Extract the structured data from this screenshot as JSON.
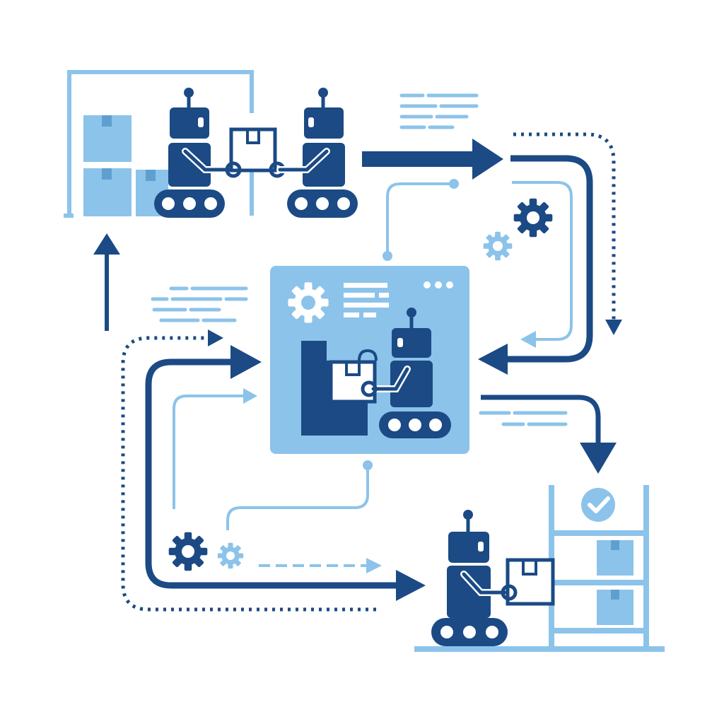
{
  "palette": {
    "dark": "#1b4a85",
    "light": "#8cc3ea",
    "background": "#ffffff"
  },
  "diagram": {
    "type": "robotic-warehouse-workflow",
    "nodes": [
      {
        "id": "receiving-area",
        "icon": "warehouse-shelf-icon",
        "contents": [
          "box-icon",
          "box-icon",
          "box-icon",
          "box-icon"
        ]
      },
      {
        "id": "handoff-robots",
        "icon": "two-robots-passing-box-icon"
      },
      {
        "id": "central-control-panel",
        "icon": "control-screen-icon",
        "contents": [
          "gear-icon",
          "text-lines",
          "window-dots",
          "robot-arm-icon",
          "box-icon",
          "machine-icon"
        ]
      },
      {
        "id": "storage-rack",
        "icon": "storage-rack-icon",
        "status": "check-icon",
        "contents": [
          "box-icon",
          "box-icon"
        ]
      },
      {
        "id": "delivery-robot",
        "icon": "robot-holding-box-icon"
      }
    ],
    "connections": [
      {
        "from": "handoff-robots",
        "to": "right-loop",
        "style": "solid-dark"
      },
      {
        "from": "right-loop",
        "to": "central-control-panel",
        "style": "solid-dark"
      },
      {
        "from": "central-control-panel",
        "to": "storage-rack",
        "style": "solid-dark"
      },
      {
        "from": "left-loop",
        "to": "central-control-panel",
        "style": "solid-dark"
      },
      {
        "from": "left-loop",
        "to": "delivery-robot",
        "style": "solid-dark"
      },
      {
        "from": "left-column",
        "to": "receiving-area",
        "style": "solid-dark"
      },
      {
        "from": "top-right",
        "to": "right-side",
        "style": "dotted-dark"
      },
      {
        "from": "bottom",
        "to": "left-top",
        "style": "dotted-dark"
      },
      {
        "from": "central-control-panel",
        "to": "handoff-robots",
        "style": "light-connector"
      },
      {
        "from": "central-control-panel",
        "to": "bottom-gears",
        "style": "light-connector"
      }
    ],
    "decorations": [
      "gear-icon",
      "gear-icon",
      "gear-icon",
      "gear-icon",
      "text-placeholder-lines"
    ]
  }
}
